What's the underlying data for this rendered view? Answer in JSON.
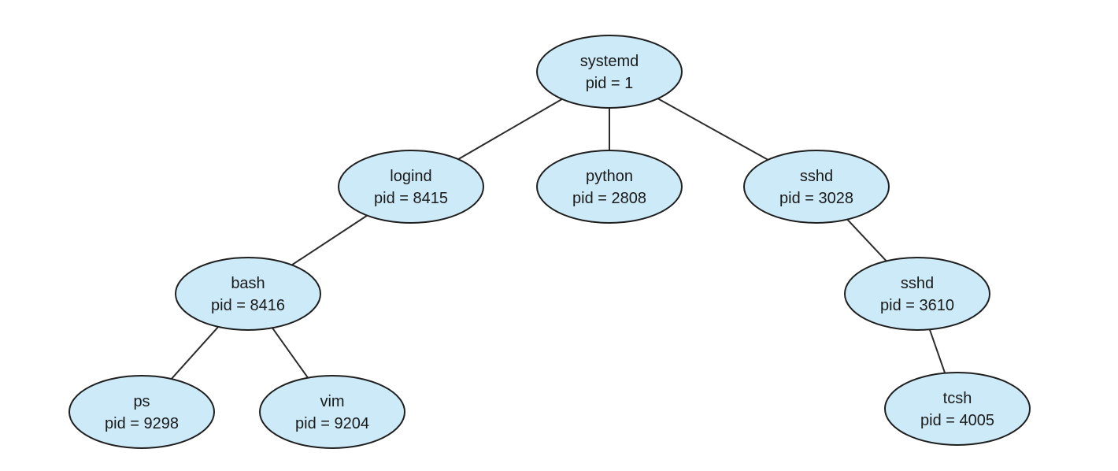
{
  "style": {
    "node_fill": "#cdeaf8",
    "node_stroke": "#1f1f1f",
    "edge_color": "#2b2b2b"
  },
  "processes": [
    {
      "id": "systemd",
      "name": "systemd",
      "pid_label": "pid = 1",
      "parent": null
    },
    {
      "id": "logind",
      "name": "logind",
      "pid_label": "pid = 8415",
      "parent": "systemd"
    },
    {
      "id": "python",
      "name": "python",
      "pid_label": "pid = 2808",
      "parent": "systemd"
    },
    {
      "id": "sshd1",
      "name": "sshd",
      "pid_label": "pid = 3028",
      "parent": "systemd"
    },
    {
      "id": "bash",
      "name": "bash",
      "pid_label": "pid = 8416",
      "parent": "logind"
    },
    {
      "id": "sshd2",
      "name": "sshd",
      "pid_label": "pid = 3610",
      "parent": "sshd1"
    },
    {
      "id": "ps",
      "name": "ps",
      "pid_label": "pid = 9298",
      "parent": "bash"
    },
    {
      "id": "vim",
      "name": "vim",
      "pid_label": "pid = 9204",
      "parent": "bash"
    },
    {
      "id": "tcsh",
      "name": "tcsh",
      "pid_label": "pid = 4005",
      "parent": "sshd2"
    }
  ]
}
